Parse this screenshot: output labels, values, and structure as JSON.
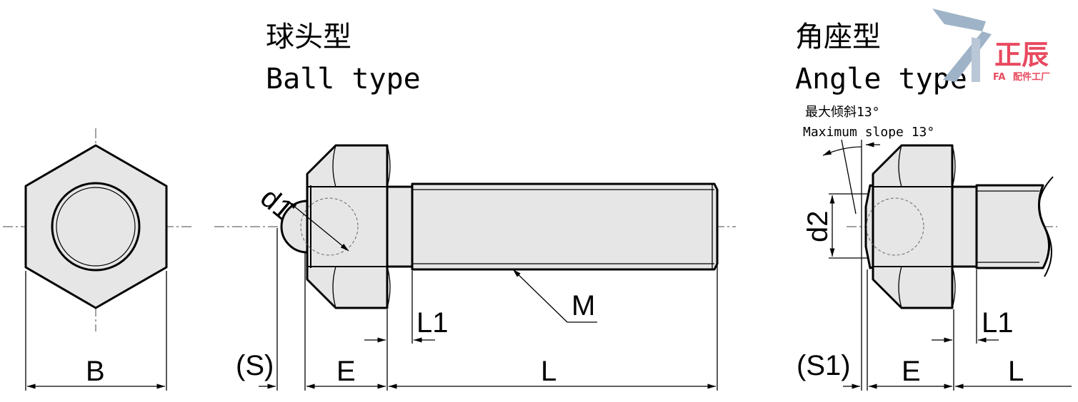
{
  "titles": {
    "ball_cn": "球头型",
    "ball_en": "Ball type",
    "angle_cn": "角座型",
    "angle_en": "Angle type"
  },
  "note": {
    "cn": "最大倾斜13°",
    "en": "Maximum slope 13°"
  },
  "dimensions": {
    "B": "B",
    "S": "(S)",
    "E_ball": "E",
    "L_ball": "L",
    "L1_ball": "L1",
    "M": "M",
    "d1": "d1",
    "S1": "(S1)",
    "E_angle": "E",
    "L_angle": "L",
    "L1_angle": "L1",
    "d2": "d2"
  },
  "logo": {
    "main": "正辰",
    "sub_fa": "FA",
    "sub_text": "配件工厂"
  },
  "colors": {
    "part_fill": "#e6e6e6",
    "logo_red": "#e84a5f",
    "logo_blue": "#9fb3c8"
  }
}
